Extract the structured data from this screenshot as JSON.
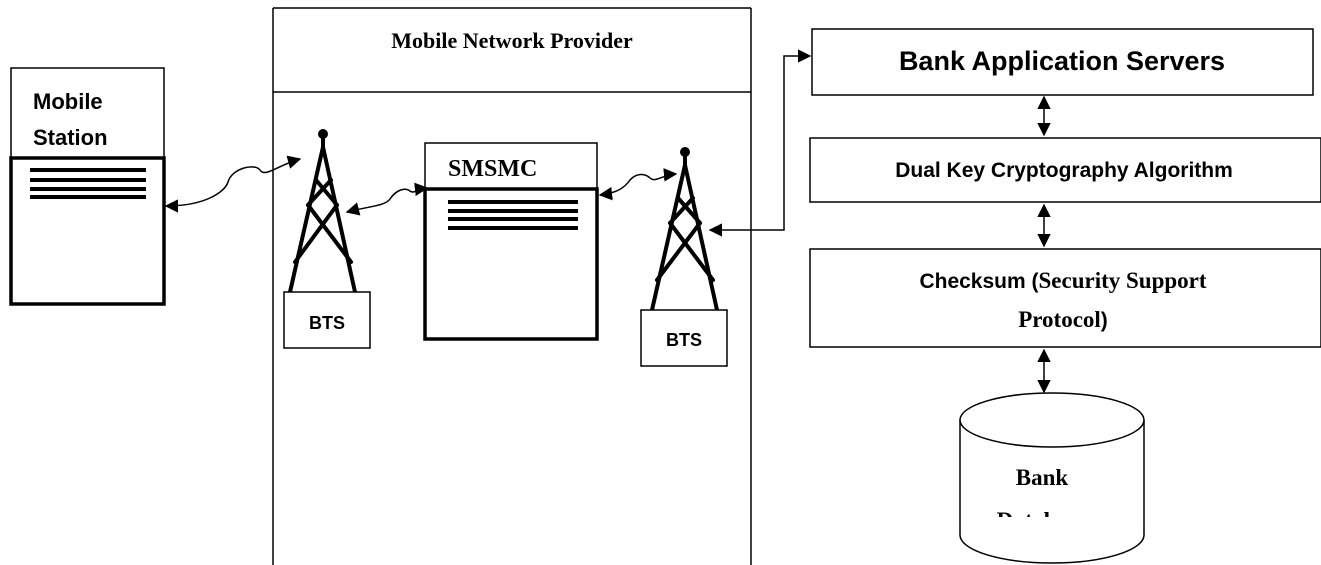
{
  "provider": {
    "title": "Mobile Network Provider"
  },
  "mobile_station": {
    "label_line1": "Mobile",
    "label_line2": "Station"
  },
  "smsmc": {
    "label": "SMSMC"
  },
  "bts_left": {
    "label": "BTS"
  },
  "bts_right": {
    "label": "BTS"
  },
  "bank_servers": {
    "label": "Bank Application Servers"
  },
  "crypto": {
    "label": "Dual Key Cryptography Algorithm"
  },
  "checksum": {
    "label_part1": "Checksum (",
    "label_part2": "Security Support",
    "label_line2": "Protocol",
    "label_line2_end": ")"
  },
  "database": {
    "label_line1": "Bank",
    "label_line2": "Database"
  }
}
